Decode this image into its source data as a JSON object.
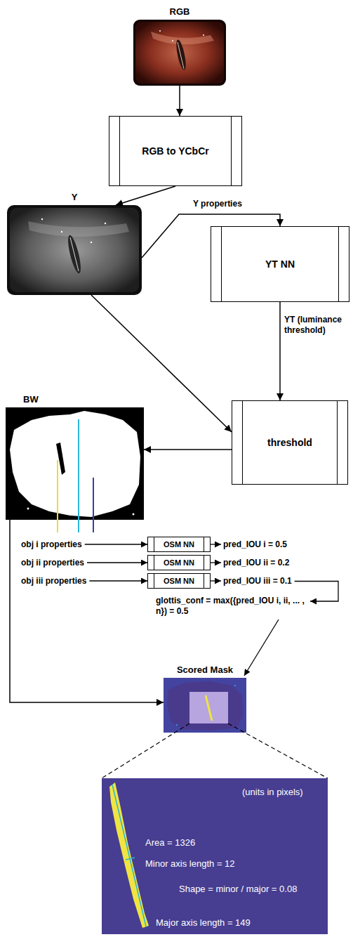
{
  "diagram": {
    "nodes": [
      {
        "text": [
          "RGB"
        ]
      },
      {
        "text": [
          "RGB to YCbCr"
        ]
      },
      {
        "text": [
          "Y"
        ]
      },
      {
        "text": [
          "YT NN"
        ]
      },
      {
        "text": [
          "threshold"
        ]
      },
      {
        "text": [
          "BW"
        ]
      },
      {
        "text": [
          "OSM NN"
        ]
      },
      {
        "text": [
          "OSM NN"
        ]
      },
      {
        "text": [
          "OSM NN"
        ]
      },
      {
        "text": [
          "Scored Mask"
        ]
      },
      {
        "text": [
          "(units in pixels)",
          "Area = 1326",
          "Minor axis length = 12",
          "Shape = minor / major = 0.08",
          "Major axis length = 149"
        ]
      }
    ],
    "edges": [
      {
        "from": 0,
        "to": 1,
        "arrow": "to"
      },
      {
        "from": 1,
        "to": 2,
        "arrow": "to"
      },
      {
        "from": 2,
        "to": 3,
        "label": "Y properties",
        "arrow": "to"
      },
      {
        "from": 2,
        "to": 4,
        "arrow": "to"
      },
      {
        "from": 3,
        "to": 4,
        "label": "YT (luminance threshold)",
        "arrow": "to"
      },
      {
        "from": 4,
        "to": 5,
        "arrow": "to"
      },
      {
        "from": 5,
        "to": 9,
        "arrow": "to"
      }
    ],
    "labels": [
      "obj i properties",
      "obj ii properties",
      "obj iii properties",
      "pred_IOU i = 0.5",
      "pred_IOU ii = 0.2",
      "pred_IOU iii = 0.1",
      "glottis_conf = max({pred_IOU i, ii, ... , n}) = 0.5"
    ]
  }
}
